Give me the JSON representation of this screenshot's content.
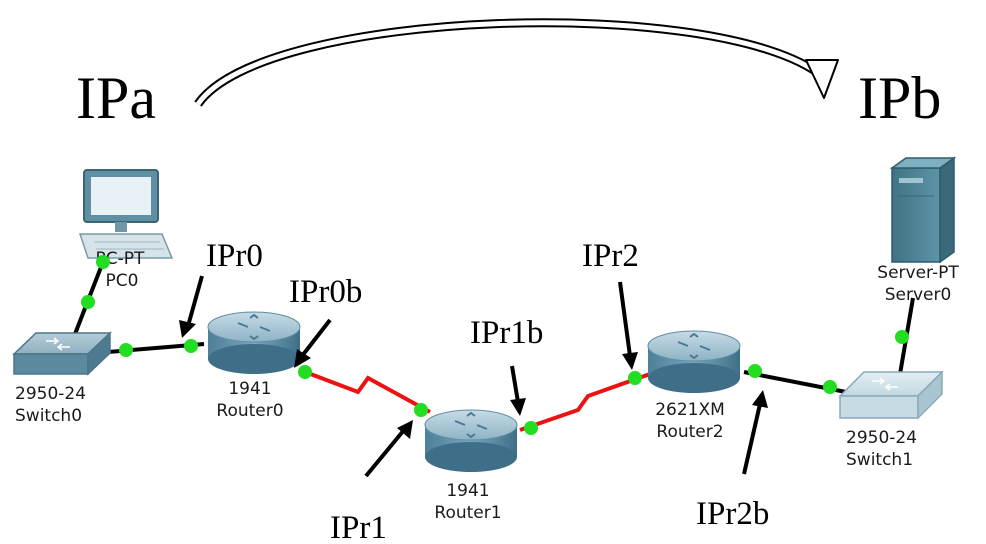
{
  "endpoints": {
    "source": "IPa",
    "destination": "IPb"
  },
  "devices": [
    {
      "id": "pc0",
      "model": "PC-PT",
      "name": "PC0"
    },
    {
      "id": "switch0",
      "model": "2950-24",
      "name": "Switch0"
    },
    {
      "id": "router0",
      "model": "1941",
      "name": "Router0"
    },
    {
      "id": "router1",
      "model": "1941",
      "name": "Router1"
    },
    {
      "id": "router2",
      "model": "2621XM",
      "name": "Router2"
    },
    {
      "id": "switch1",
      "model": "2950-24",
      "name": "Switch1"
    },
    {
      "id": "server0",
      "model": "Server-PT",
      "name": "Server0"
    }
  ],
  "interface_labels": {
    "r0_lan": "IPr0",
    "r0_wan": "IPr0b",
    "r1_in": "IPr1",
    "r1_out": "IPr1b",
    "r2_wan": "IPr2",
    "r2_lan": "IPr2b"
  },
  "colors": {
    "ethernet_link": "#000000",
    "serial_link": "#ee1111",
    "link_up_dot": "#22dd22",
    "router_body": "#5c8fa8",
    "switch_body": "#7fa9bb",
    "server_body": "#4f8596"
  }
}
